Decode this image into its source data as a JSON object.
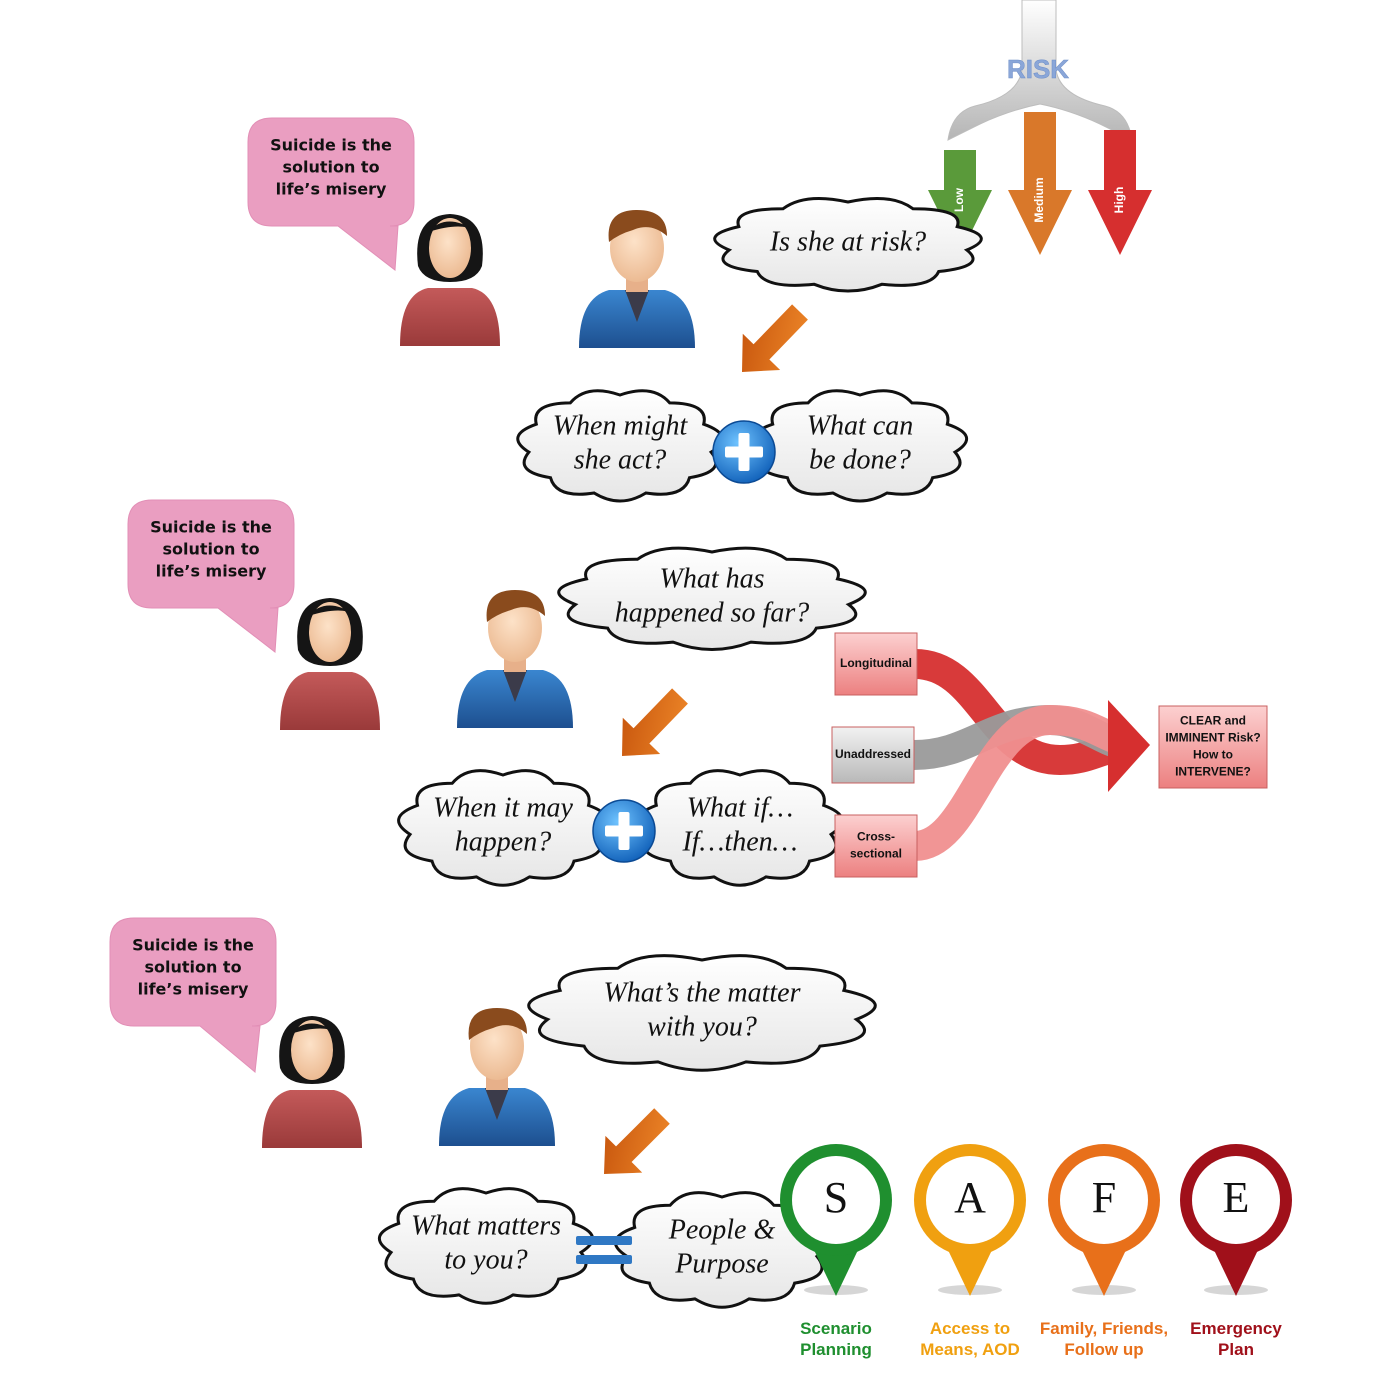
{
  "risk_fork": {
    "title": "RISK",
    "levels": [
      "Low",
      "Medium",
      "High"
    ],
    "colors": [
      "#5a9a3a",
      "#d9782a",
      "#d62f2f"
    ]
  },
  "panels": [
    {
      "speech": [
        "Suicide is the",
        "solution to",
        "life’s misery"
      ],
      "main_question": [
        "Is she at risk?"
      ],
      "left_cloud": [
        "When might",
        "she act?"
      ],
      "right_cloud": [
        "What can",
        "be done?"
      ],
      "operator": "plus"
    },
    {
      "speech": [
        "Suicide is the",
        "solution to",
        "life’s misery"
      ],
      "main_question": [
        "What has",
        "happened so far?"
      ],
      "left_cloud": [
        "When it may",
        "happen?"
      ],
      "right_cloud": [
        "What if…",
        "If…then…"
      ],
      "operator": "plus"
    },
    {
      "speech": [
        "Suicide is the",
        "solution to",
        "life’s misery"
      ],
      "main_question": [
        "What’s the matter",
        "with you?"
      ],
      "left_cloud": [
        "What matters",
        "to you?"
      ],
      "right_cloud": [
        "People &",
        "Purpose"
      ],
      "operator": "equals"
    }
  ],
  "braid": {
    "inputs": [
      {
        "label": [
          "Longitudinal"
        ],
        "color": "#d62f2f"
      },
      {
        "label": [
          "Unaddressed"
        ],
        "color": "#9a9a9a"
      },
      {
        "label": [
          "Cross-",
          "sectional"
        ],
        "color": "#f08f8f"
      }
    ],
    "output": [
      "CLEAR and",
      "IMMINENT Risk?",
      "How to",
      "INTERVENE?"
    ]
  },
  "safe": [
    {
      "letter": "S",
      "label": [
        "Scenario",
        "Planning"
      ],
      "color": "#1f8f2f"
    },
    {
      "letter": "A",
      "label": [
        "Access to",
        "Means, AOD"
      ],
      "color": "#f0a010"
    },
    {
      "letter": "F",
      "label": [
        "Family, Friends,",
        "Follow up"
      ],
      "color": "#e8701a"
    },
    {
      "letter": "E",
      "label": [
        "Emergency",
        "Plan"
      ],
      "color": "#a0101a"
    }
  ]
}
